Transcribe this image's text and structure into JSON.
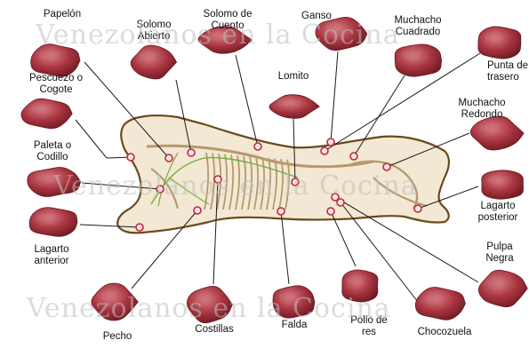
{
  "watermark": "Venezolanos en la Cocina",
  "cuts": [
    {
      "id": "papelon",
      "label": "Papelón"
    },
    {
      "id": "solomo-abierto",
      "label": "Solomo\nAbierto"
    },
    {
      "id": "solomo-de-cuento",
      "label": "Solomo de\nCuento"
    },
    {
      "id": "ganso",
      "label": "Ganso"
    },
    {
      "id": "muchacho-cuadrado",
      "label": "Muchacho\nCuadrado"
    },
    {
      "id": "punta-de-trasero",
      "label": "Punta de\ntrasero"
    },
    {
      "id": "pescuezo-o-cogote",
      "label": "Pescuezo o\nCogote"
    },
    {
      "id": "lomito",
      "label": "Lomito"
    },
    {
      "id": "muchacho-redondo",
      "label": "Muchacho\nRedondo"
    },
    {
      "id": "paleta-o-codillo",
      "label": "Paleta o\nCodillo"
    },
    {
      "id": "lagarto-posterior",
      "label": "Lagarto\nposterior"
    },
    {
      "id": "lagarto-anterior",
      "label": "Lagarto\nanterior"
    },
    {
      "id": "pulpa-negra",
      "label": "Pulpa\nNegra"
    },
    {
      "id": "pecho",
      "label": "Pecho"
    },
    {
      "id": "costillas",
      "label": "Costillas"
    },
    {
      "id": "falda",
      "label": "Falda"
    },
    {
      "id": "pollo-de-res",
      "label": "Pollo de\nres"
    },
    {
      "id": "chocozuela",
      "label": "Chocozuela"
    }
  ],
  "colors": {
    "meat": "#a8343f",
    "meat_light": "#c86a72",
    "meat_dark": "#6e1a22",
    "body_fill": "#f3e8d3",
    "body_outline": "#6b4a1e",
    "skeleton": "#b59a6e",
    "vein": "#6fae3c",
    "marker_fill": "#fbe3e6",
    "marker_stroke": "#c0283a",
    "leader": "#1a1a1a"
  }
}
